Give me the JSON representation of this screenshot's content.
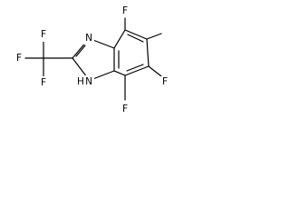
{
  "atoms": {
    "f_top": "F",
    "f_right": "F",
    "f_bottom": "F",
    "cf3_f_top": "F",
    "cf3_f_left": "F",
    "cf3_f_bottom": "F",
    "n_top": "N",
    "n_bottom_h": "H",
    "n_bottom": "N"
  }
}
